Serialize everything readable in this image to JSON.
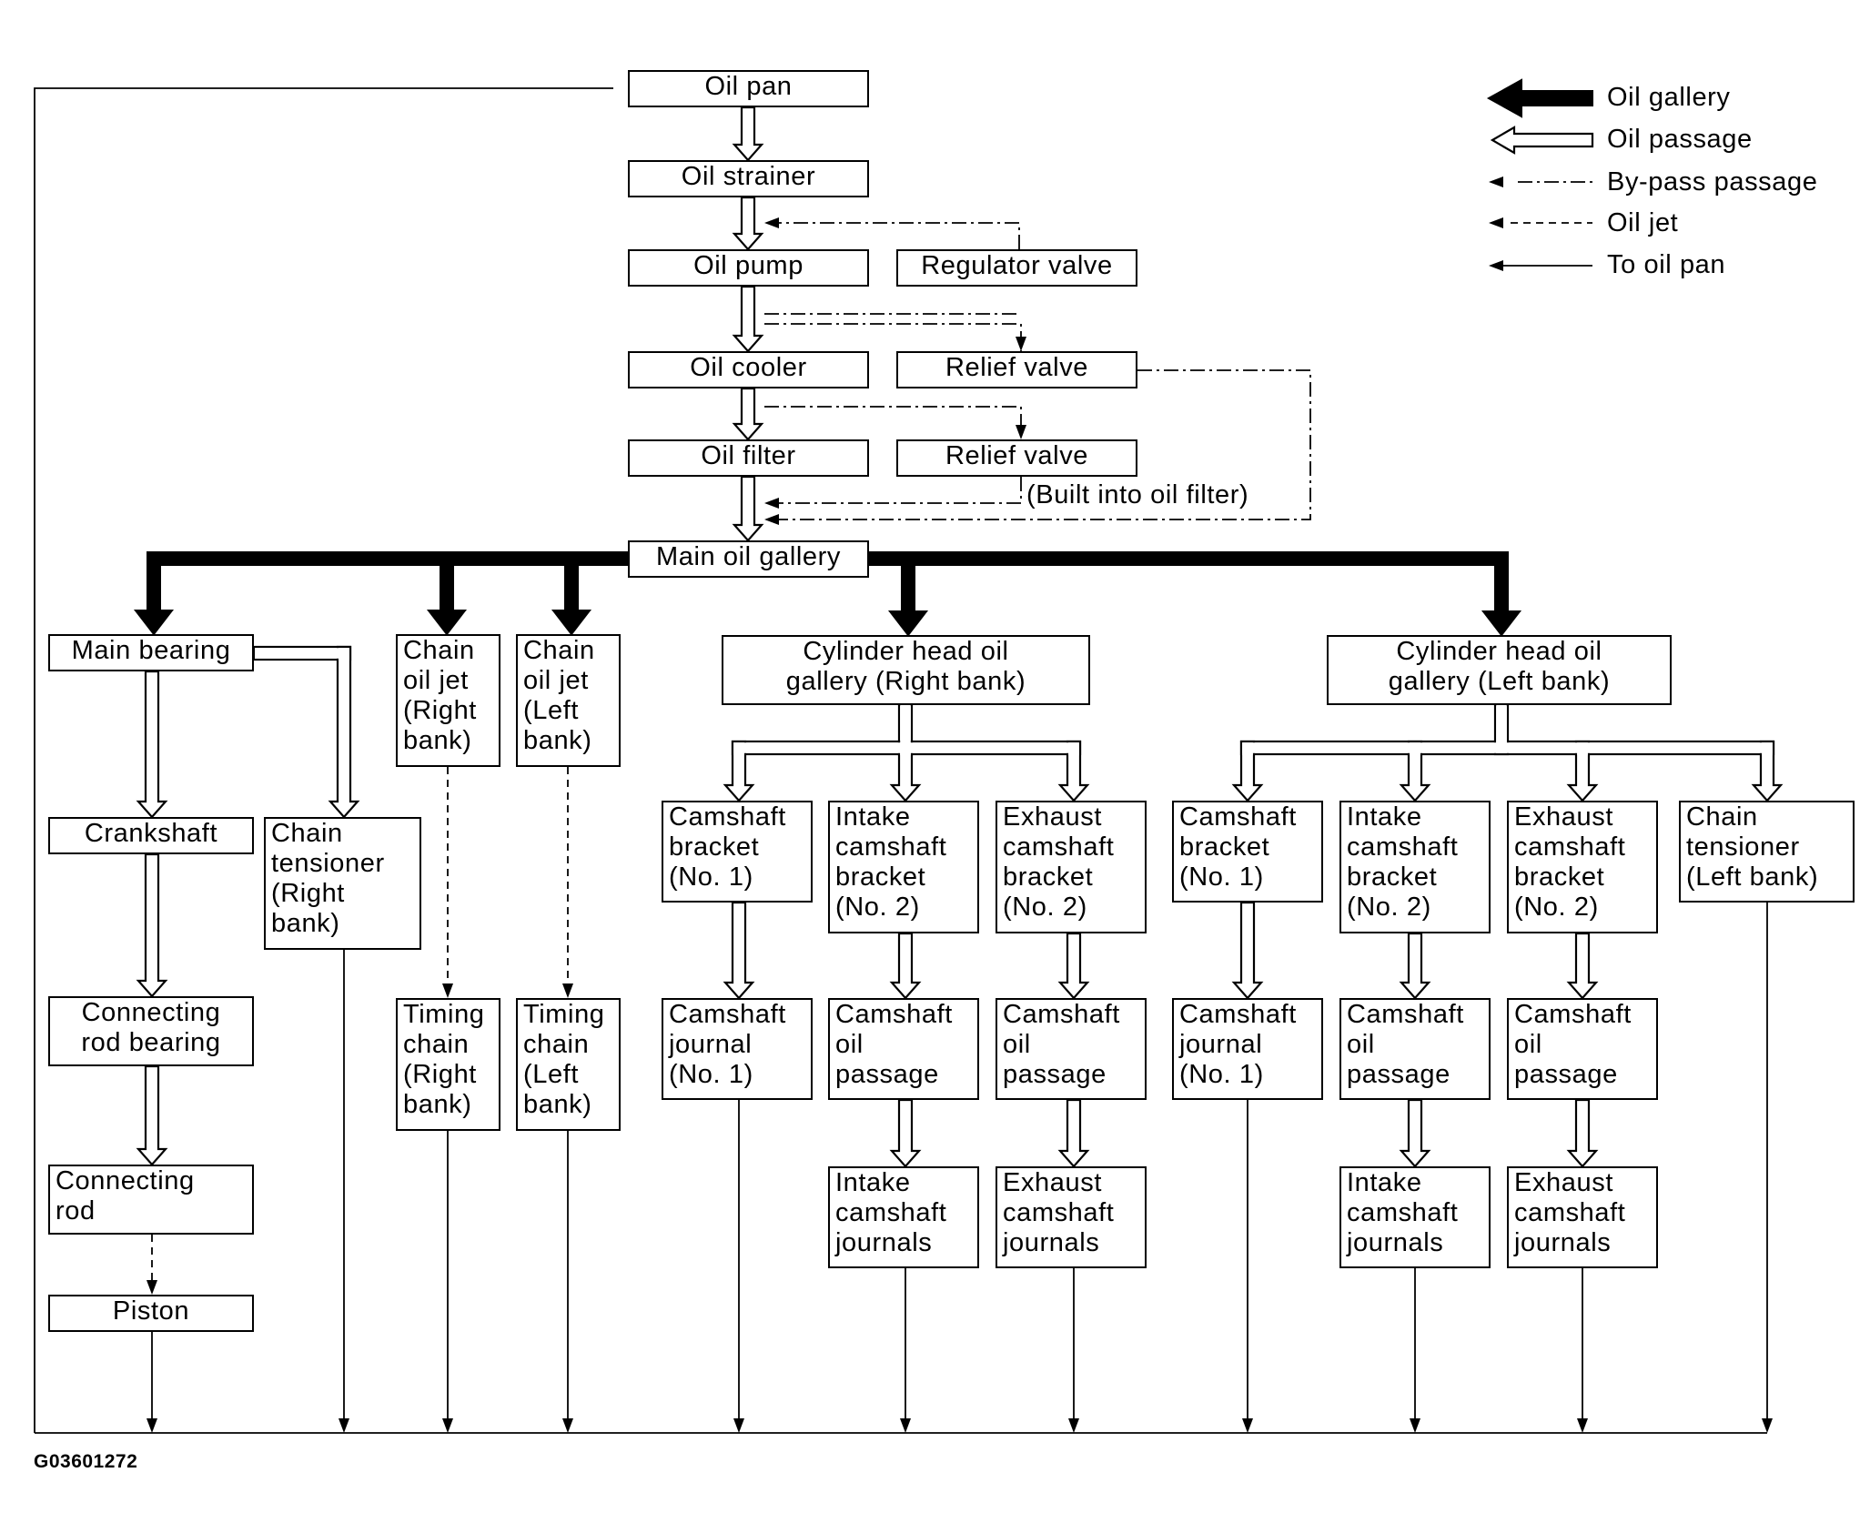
{
  "nodes": {
    "oil_pan": "Oil pan",
    "oil_strainer": "Oil strainer",
    "oil_pump": "Oil pump",
    "regulator_valve": "Regulator valve",
    "oil_cooler": "Oil cooler",
    "relief_valve_1": "Relief valve",
    "oil_filter": "Oil filter",
    "relief_valve_2": "Relief valve",
    "built_into_note": "(Built into oil filter)",
    "main_oil_gallery": "Main oil gallery",
    "main_bearing": "Main bearing",
    "crankshaft": "Crankshaft",
    "chain_tensioner_right": "Chain\ntensioner\n(Right\nbank)",
    "connecting_rod_bearing": "Connecting\nrod bearing",
    "connecting_rod": "Connecting\nrod",
    "piston": "Piston",
    "chain_oil_jet_right": "Chain\noil jet\n(Right\nbank)",
    "chain_oil_jet_left": "Chain\noil jet\n(Left\nbank)",
    "timing_chain_right": "Timing\nchain\n(Right\nbank)",
    "timing_chain_left": "Timing\nchain\n(Left\nbank)",
    "cyl_head_right": "Cylinder head oil\ngallery (Right bank)",
    "cyl_head_left": "Cylinder head oil\ngallery (Left bank)",
    "r_cam_bracket_1": "Camshaft\nbracket\n(No. 1)",
    "r_intake_bracket_2": "Intake\ncamshaft\nbracket\n(No. 2)",
    "r_exhaust_bracket_2": "Exhaust\ncamshaft\nbracket\n(No. 2)",
    "r_cam_journal_1": "Camshaft\njournal\n(No. 1)",
    "r_cam_oil_passage_int": "Camshaft\noil\npassage",
    "r_cam_oil_passage_exh": "Camshaft\noil\npassage",
    "r_intake_journals": "Intake\ncamshaft\njournals",
    "r_exhaust_journals": "Exhaust\ncamshaft\njournals",
    "l_cam_bracket_1": "Camshaft\nbracket\n(No. 1)",
    "l_intake_bracket_2": "Intake\ncamshaft\nbracket\n(No. 2)",
    "l_exhaust_bracket_2": "Exhaust\ncamshaft\nbracket\n(No. 2)",
    "chain_tensioner_left": "Chain\ntensioner\n(Left bank)",
    "l_cam_journal_1": "Camshaft\njournal\n(No. 1)",
    "l_cam_oil_passage_int": "Camshaft\noil\npassage",
    "l_cam_oil_passage_exh": "Camshaft\noil\npassage",
    "l_intake_journals": "Intake\ncamshaft\njournals",
    "l_exhaust_journals": "Exhaust\ncamshaft\njournals"
  },
  "legend": {
    "oil_gallery": "Oil gallery",
    "oil_passage": "Oil passage",
    "bypass_passage": "By-pass passage",
    "oil_jet": "Oil jet",
    "to_oil_pan": "To oil pan"
  },
  "figure_code": "G03601272"
}
